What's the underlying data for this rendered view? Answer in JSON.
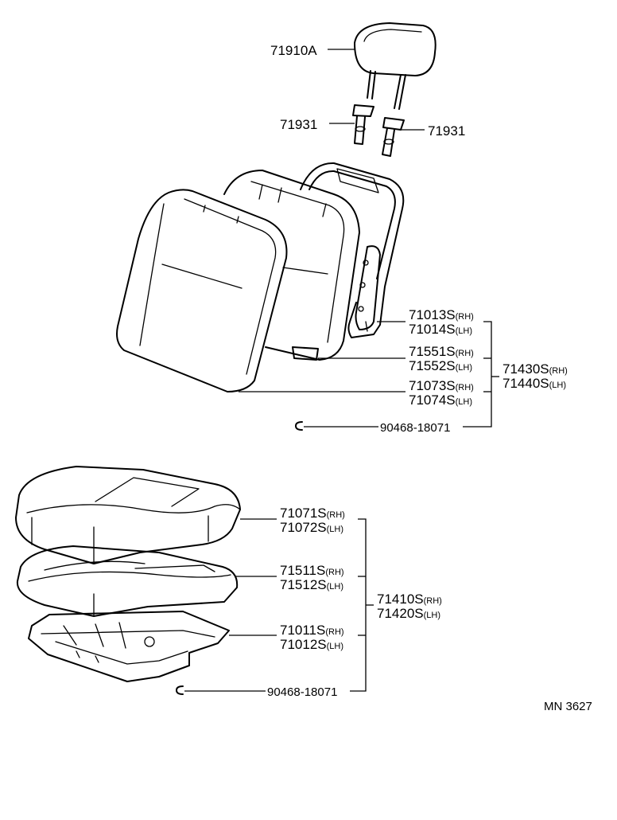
{
  "diagram_id": "MN 3627",
  "suffix_rh": "(RH)",
  "suffix_lh": "(LH)",
  "headrest": {
    "part": "71910A"
  },
  "support_left": {
    "part": "71931"
  },
  "support_right": {
    "part": "71931"
  },
  "back_frame": {
    "rh": "71013S",
    "lh": "71014S"
  },
  "back_pad": {
    "rh": "71551S",
    "lh": "71552S"
  },
  "back_cover": {
    "rh": "71073S",
    "lh": "71074S"
  },
  "back_assy": {
    "rh": "71430S",
    "lh": "71440S"
  },
  "back_hog_ring": {
    "part": "90468-18071"
  },
  "cushion_cover": {
    "rh": "71071S",
    "lh": "71072S"
  },
  "cushion_pad": {
    "rh": "71511S",
    "lh": "71512S"
  },
  "cushion_frame": {
    "rh": "71011S",
    "lh": "71012S"
  },
  "cushion_assy": {
    "rh": "71410S",
    "lh": "71420S"
  },
  "cushion_hog_ring": {
    "part": "90468-18071"
  }
}
